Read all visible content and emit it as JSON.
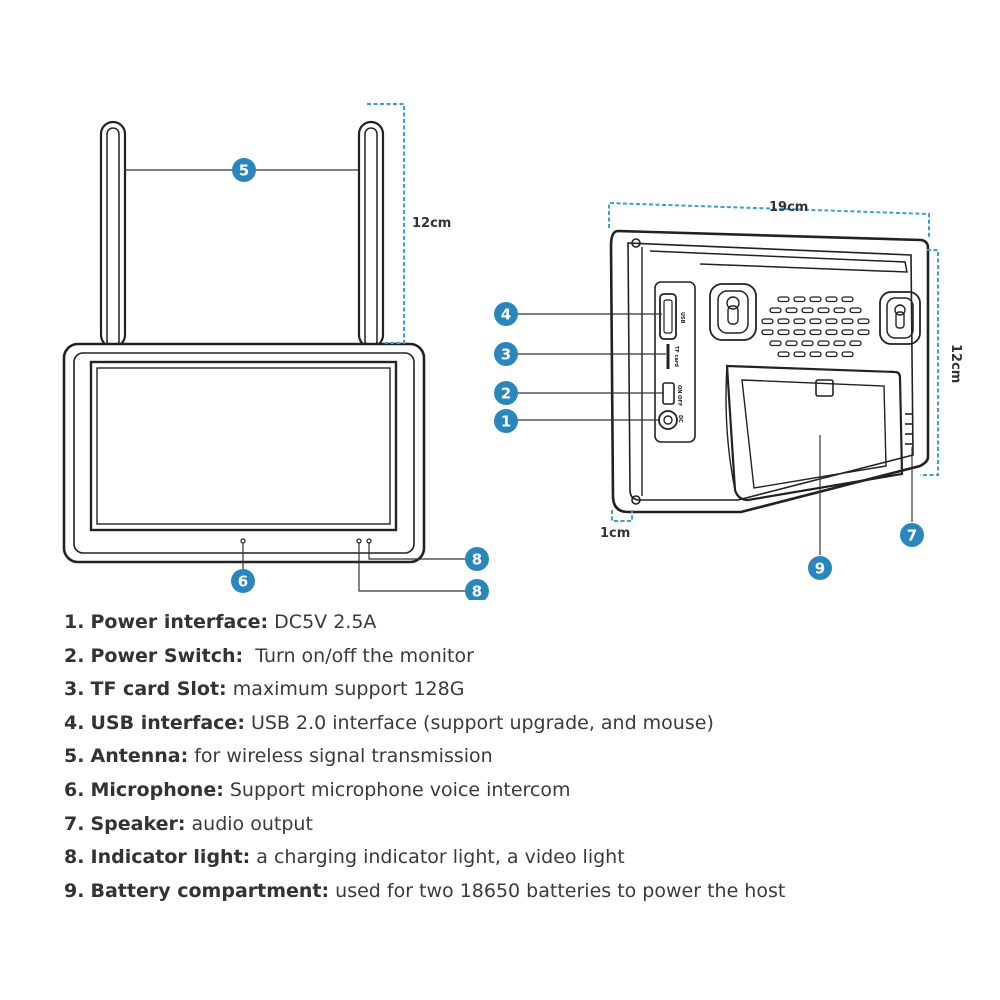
{
  "colors": {
    "badge": "#2a86bd",
    "dimension": "#3a9fd1",
    "outline": "#222222",
    "screen": "#ffffff"
  },
  "dimensions": {
    "antenna_height": "12cm",
    "width": "19cm",
    "height": "12cm",
    "depth": "1cm"
  },
  "callouts": [
    "1",
    "2",
    "3",
    "4",
    "5",
    "6",
    "7",
    "8",
    "8",
    "9"
  ],
  "port_labels": {
    "usb": "USB",
    "tf": "TF card",
    "switch": "ON OFF",
    "dc": "DC"
  },
  "legend": [
    {
      "num": "1.",
      "term": "Power interface:",
      "desc": "DC5V 2.5A"
    },
    {
      "num": "2.",
      "term": "Power Switch:",
      "desc": "Turn on/off the monitor"
    },
    {
      "num": "3.",
      "term": "TF card Slot:",
      "desc": "maximum support 128G"
    },
    {
      "num": "4.",
      "term": "USB interface:",
      "desc": "USB 2.0 interface (support upgrade, and mouse)"
    },
    {
      "num": "5.",
      "term": "Antenna:",
      "desc": "for wireless signal transmission"
    },
    {
      "num": "6.",
      "term": "Microphone:",
      "desc": "Support microphone voice intercom"
    },
    {
      "num": "7.",
      "term": "Speaker:",
      "desc": "audio output"
    },
    {
      "num": "8.",
      "term": "Indicator light:",
      "desc": "a charging indicator light, a video light"
    },
    {
      "num": "9.",
      "term": "Battery compartment:",
      "desc": "used for two 18650 batteries to power the host"
    }
  ]
}
